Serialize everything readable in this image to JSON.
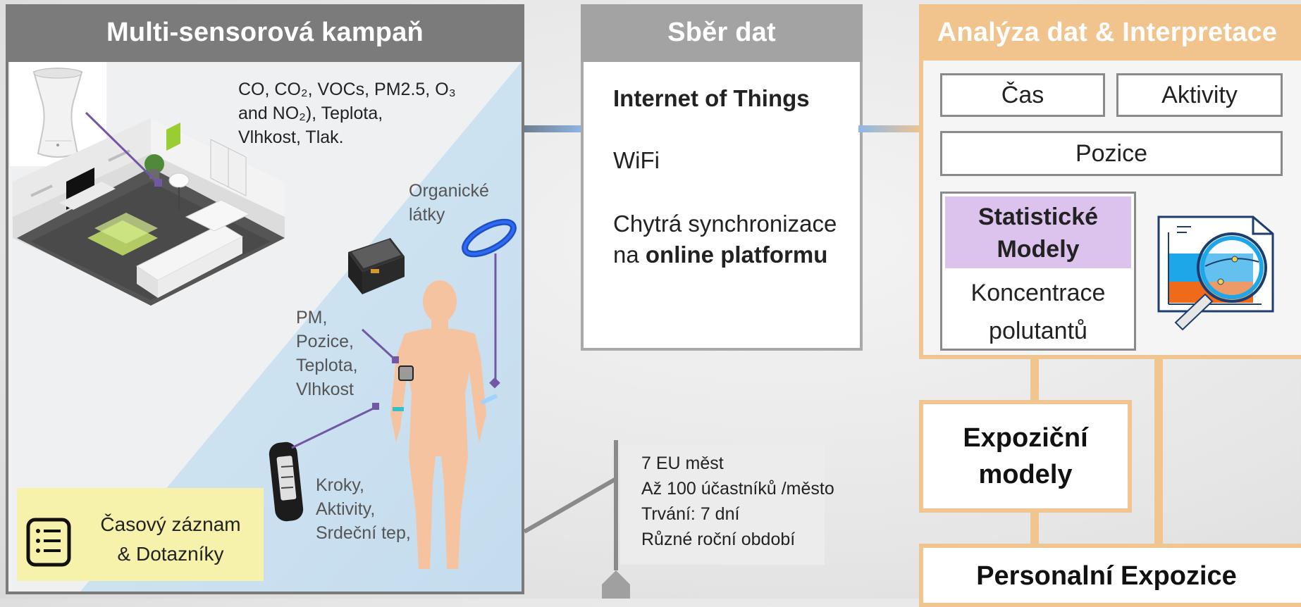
{
  "campaign": {
    "title": "Multi-sensorová kampaň",
    "sensors_text": [
      "CO, CO₂, VOCs, PM2.5, O₃",
      "and NO₂), Teplota,",
      "Vlhkost, Tlak."
    ],
    "organic_label": [
      "Organické",
      "látky"
    ],
    "pm_label": [
      "PM,",
      "Pozice,",
      "Teplota,",
      "Vlhkost"
    ],
    "watch_label": [
      "Kroky,",
      "Aktivity,",
      "Srdeční tep,"
    ],
    "diary_label": [
      "Časový záznam",
      "& Dotazníky"
    ]
  },
  "collection": {
    "title": "Sběr dat",
    "iot": "Internet of Things",
    "wifi": "WiFi",
    "sync_line1": "Chytrá synchronizace",
    "sync_prefix": "na ",
    "sync_bold": "online platformu"
  },
  "info": {
    "lines": [
      "7 EU měst",
      "Až 100 účastníků /město",
      "Trvání: 7 dní",
      "Různé roční období"
    ]
  },
  "analysis": {
    "title": "Analýza dat & Interpretace",
    "time": "Čas",
    "activities": "Aktivity",
    "position": "Pozice",
    "stat_models": [
      "Statistické",
      "Modely"
    ],
    "concentration": [
      "Koncentrace",
      "polutantů"
    ]
  },
  "exposure_models": [
    "Expoziční",
    "modely"
  ],
  "personal_exposure": "Personalní Expozice",
  "colors": {
    "left_header": "#7b7b7b",
    "mid_header": "#a3a3a3",
    "right_header": "#f1c48e",
    "stat_highlight": "#dcc3ee",
    "diary_bg": "#f6f2ab",
    "connector_purple": "#7257a5"
  }
}
